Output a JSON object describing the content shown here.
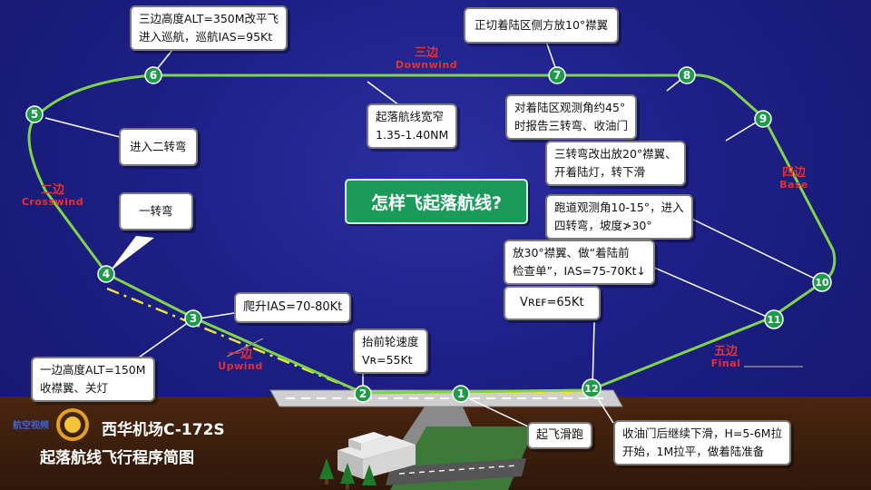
{
  "title": "怎样飞起落航线?",
  "footer": {
    "logo_text": "航空视频",
    "line1": "西华机场C-172S",
    "line2": "起落航线飞行程序简图"
  },
  "legs": {
    "downwind_cn": "三边",
    "downwind_en": "Downwind",
    "crosswind_cn": "二边",
    "crosswind_en": "Crosswind",
    "base_cn": "四边",
    "base_en": "Base",
    "upwind_cn": "一边",
    "upwind_en": "Upwind",
    "final_cn": "五边",
    "final_en": "Final"
  },
  "points": [
    "1",
    "2",
    "3",
    "4",
    "5",
    "6",
    "7",
    "8",
    "9",
    "10",
    "11",
    "12"
  ],
  "callouts": {
    "p6": "三边高度ALT=350M改平飞\n进入巡航，巡航IAS=95Kt",
    "p7": "正切着陆区侧方放10°襟翼",
    "width": "起落航线宽窄\n1.35-1.40NM",
    "p8": "对着陆区观测角约45°\n时报告三转弯、收油门",
    "p5": "进入二转弯",
    "p9": "三转弯改出放20°襟翼、\n开着陆灯，转下滑",
    "p4": "一转弯",
    "p10": "跑道观测角10-15°，进入\n四转弯，坡度≯30°",
    "p11": "放30°襟翼、做“着陆前\n检查单”，IAS=75-70Kt↓",
    "climb": "爬升IAS=70-80Kt",
    "vref": "Vʀᴇꜰ=65Kt",
    "vr": "抬前轮速度\nVʀ=55Kt",
    "p3": "一边高度ALT=150M\n收襟翼、关灯",
    "takeoff": "起飞滑跑",
    "p12": "收油门后继续下滑，H=5-6M拉\n开始，1M拉平，做着陆准备"
  },
  "colors": {
    "background": "#1d1f86",
    "ground": "#3a1e0c",
    "path_green": "#7fd44a",
    "marker_green": "#1f9a4a",
    "leg_label_red": "#e53030",
    "climb_dash_yellow": "#e8e23a",
    "title_box": "#1c9a5a"
  }
}
